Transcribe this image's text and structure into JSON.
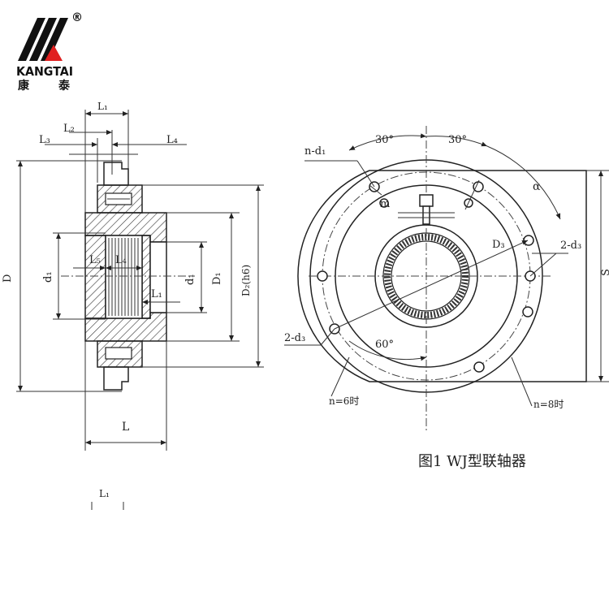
{
  "brand": {
    "name": "KANGTAI",
    "name_cn": [
      "康",
      "泰"
    ],
    "registered": "®",
    "colors": {
      "mark": "#111111",
      "accent": "#e02020"
    }
  },
  "caption": "图1 WJ型联轴器",
  "side_view": {
    "labels": {
      "L1_top": "L₁",
      "L2": "L₂",
      "L3": "L₃",
      "L4_top": "L₄",
      "D": "D",
      "d1": "d₁",
      "L5": "L₅",
      "L4_mid": "L₄",
      "L1_mid": "L₁",
      "d1_right": "d₁",
      "D1": "D₁",
      "D2": "D₂(h6)",
      "L": "L"
    }
  },
  "front_view": {
    "labels": {
      "n_d1": "n-d₁",
      "angle_left": "30°",
      "angle_right": "30°",
      "m": "m",
      "alpha": "α",
      "D3": "D₃",
      "two_d3_right": "2-d₃",
      "S": "S",
      "two_d3_left": "2-d₃",
      "angle_60": "60°",
      "n6": "n=6时",
      "n8": "n=8时"
    }
  },
  "footer": {
    "L1": "L₁"
  }
}
